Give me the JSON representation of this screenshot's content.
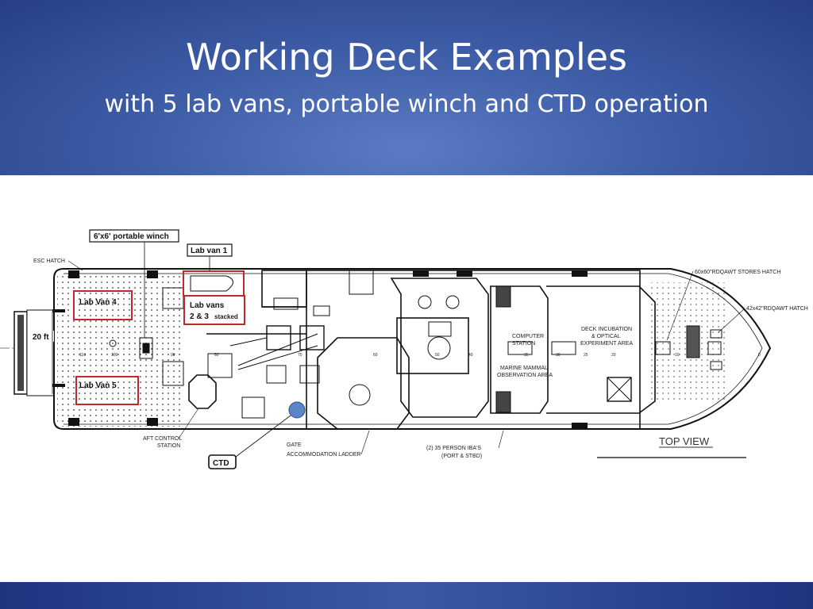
{
  "slide": {
    "title": "Working Deck Examples",
    "subtitle": "with 5 lab vans, portable winch and CTD operation"
  },
  "diagram": {
    "callouts": {
      "winch": "6'x6' portable winch",
      "lab_van_1": "Lab van 1",
      "lab_van_4": "Lab Van 4",
      "lab_vans_23_line1": "Lab vans",
      "lab_vans_23_line2": "2 & 3",
      "lab_vans_23_stacked": "stacked",
      "lab_van_5": "Lab Van 5",
      "width_20ft": "20 ft",
      "ctd": "CTD"
    },
    "labels": {
      "esc_hatch": "ESC HATCH",
      "stores_hatch": "60x60\"RDQAWT STORES HATCH",
      "rdqawt_hatch": "42x42\"RDQAWT HATCH",
      "computer_station_1": "COMPUTER",
      "computer_station_2": "STATION",
      "deck_incubation_1": "DECK INCUBATION",
      "deck_incubation_2": "& OPTICAL",
      "deck_incubation_3": "EXPERIMENT AREA",
      "marine_mammal_1": "MARINE MAMMAL",
      "marine_mammal_2": "OBSERVATION AREA",
      "aft_control_1": "AFT CONTROL",
      "aft_control_2": "STATION",
      "gate": "GATE",
      "accommodation_ladder": "ACCOMMODATION LADDER",
      "iba_1": "(2) 35 PERSON IBA'S",
      "iba_2": "(PORT & STBD)",
      "top_view": "TOP VIEW"
    },
    "frame_numbers": [
      "110",
      "100",
      "90",
      "80",
      "70",
      "60",
      "50",
      "40",
      "35",
      "30",
      "25",
      "20",
      "10",
      "0"
    ],
    "colors": {
      "callout_red": "#c0282d",
      "ctd_blue": "#5a86c6",
      "line": "#1a1a1a"
    }
  }
}
